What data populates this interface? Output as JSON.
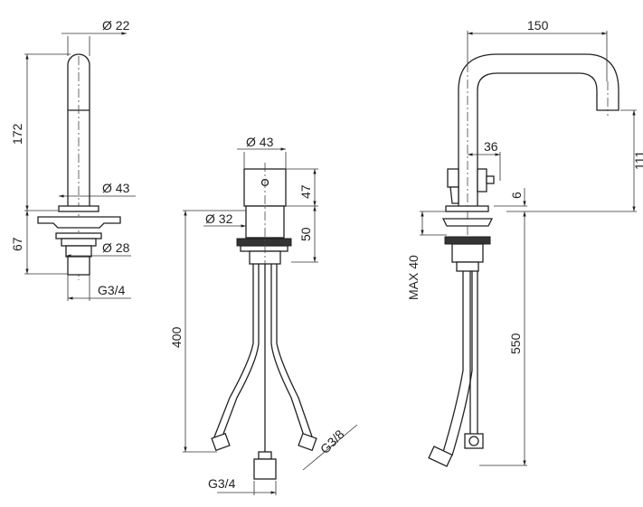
{
  "views": {
    "side_view": {
      "labels": {
        "top_diameter": "Ø 22",
        "height": "172",
        "flange_diameter": "Ø 43",
        "base_height": "67",
        "thread_diameter": "Ø 28",
        "thread": "G3/4"
      }
    },
    "mixer_view": {
      "labels": {
        "top_diameter": "Ø 43",
        "handle_height": "47",
        "body_height": "50",
        "ring_diameter": "Ø 32",
        "hose_length": "400",
        "inlet_thread": "G3/8",
        "outlet_thread": "G3/4"
      }
    },
    "spout_view": {
      "labels": {
        "reach": "150",
        "spout_height": "111",
        "handle_offset": "36",
        "gap": "6",
        "max_deck": "MAX 40",
        "hose_length": "550"
      }
    }
  }
}
